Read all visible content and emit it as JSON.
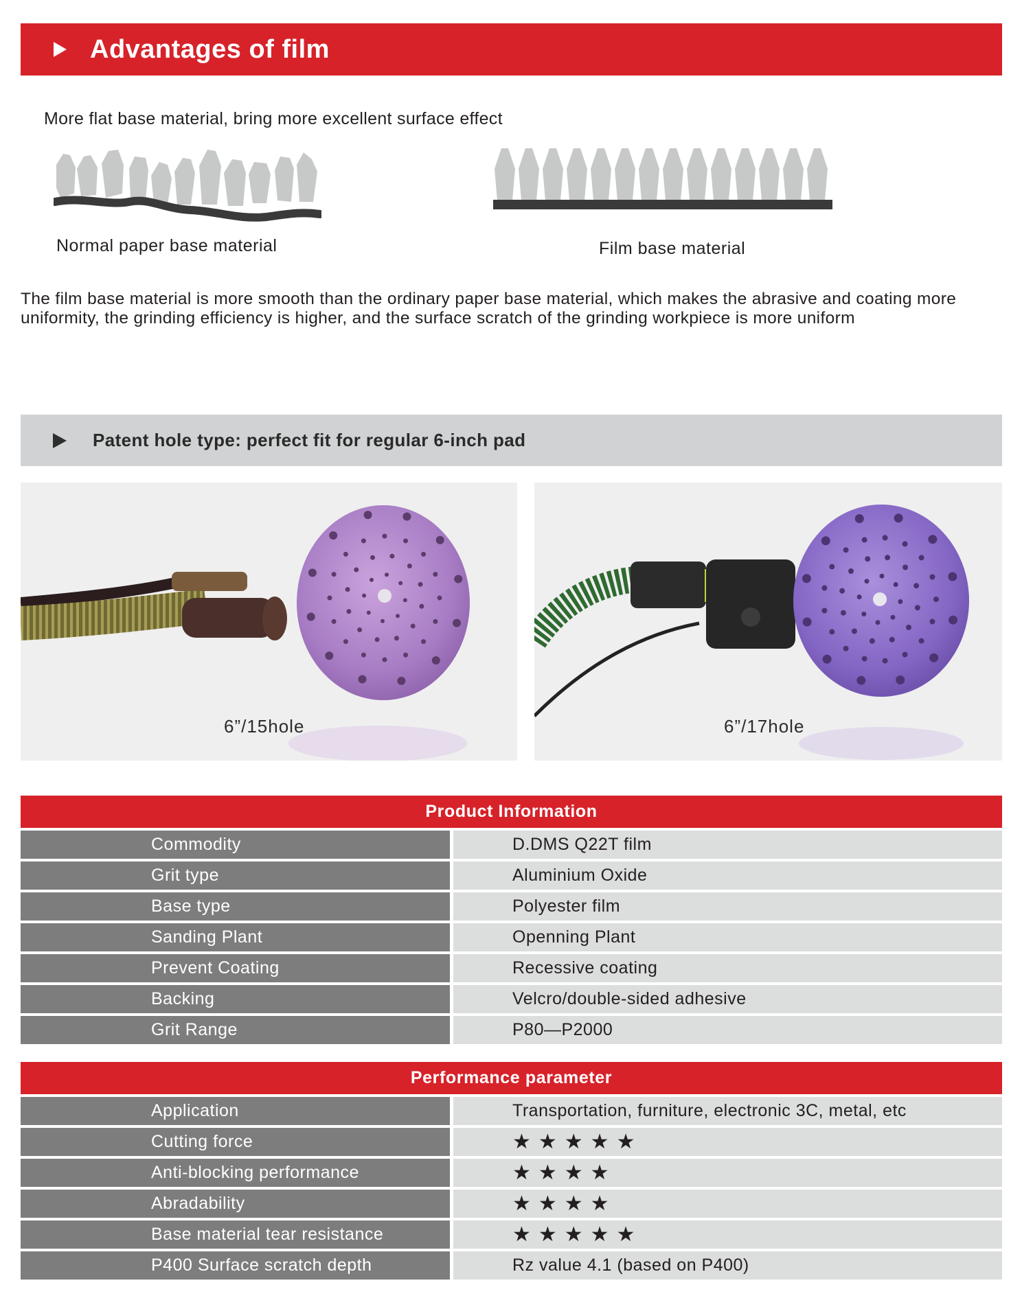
{
  "section1": {
    "title": "Advantages of film",
    "intro": "More flat base material, bring more excellent surface effect",
    "caption_paper": "Normal paper base material",
    "caption_film": "Film base material",
    "description": "The film base material is more smooth than the ordinary paper base material, which makes the abrasive and coating more uniformity, the grinding efficiency is higher, and the surface scratch of the grinding workpiece is more uniform"
  },
  "section2": {
    "title": "Patent hole type: perfect fit for regular 6-inch pad",
    "photo1_label": "6”/15hole",
    "photo2_label": "6”/17hole"
  },
  "product_info": {
    "title": "Product Information",
    "rows": [
      {
        "label": "Commodity",
        "value": "D.DMS Q22T film"
      },
      {
        "label": "Grit type",
        "value": "Aluminium Oxide"
      },
      {
        "label": "Base type",
        "value": "Polyester film"
      },
      {
        "label": "Sanding Plant",
        "value": "Openning Plant"
      },
      {
        "label": "Prevent Coating",
        "value": "Recessive coating"
      },
      {
        "label": "Backing",
        "value": "Velcro/double-sided adhesive"
      },
      {
        "label": "Grit Range",
        "value": "P80—P2000"
      }
    ]
  },
  "performance": {
    "title": "Performance parameter",
    "rows": [
      {
        "label": "Application",
        "value": "Transportation, furniture, electronic 3C, metal, etc"
      },
      {
        "label": "Cutting force",
        "value": "★★★★★"
      },
      {
        "label": "Anti-blocking performance",
        "value": "★★★★"
      },
      {
        "label": "Abradability",
        "value": "★★★★"
      },
      {
        "label": "Base material tear resistance",
        "value": "★★★★★"
      },
      {
        "label": "P400 Surface scratch depth",
        "value": "Rz value 4.1 (based on P400)"
      }
    ]
  },
  "colors": {
    "accent_red": "#d7222a",
    "row_label_bg": "#7d7d7d",
    "row_value_bg": "#dcdddd",
    "disc_purple": "#a77cc4"
  }
}
